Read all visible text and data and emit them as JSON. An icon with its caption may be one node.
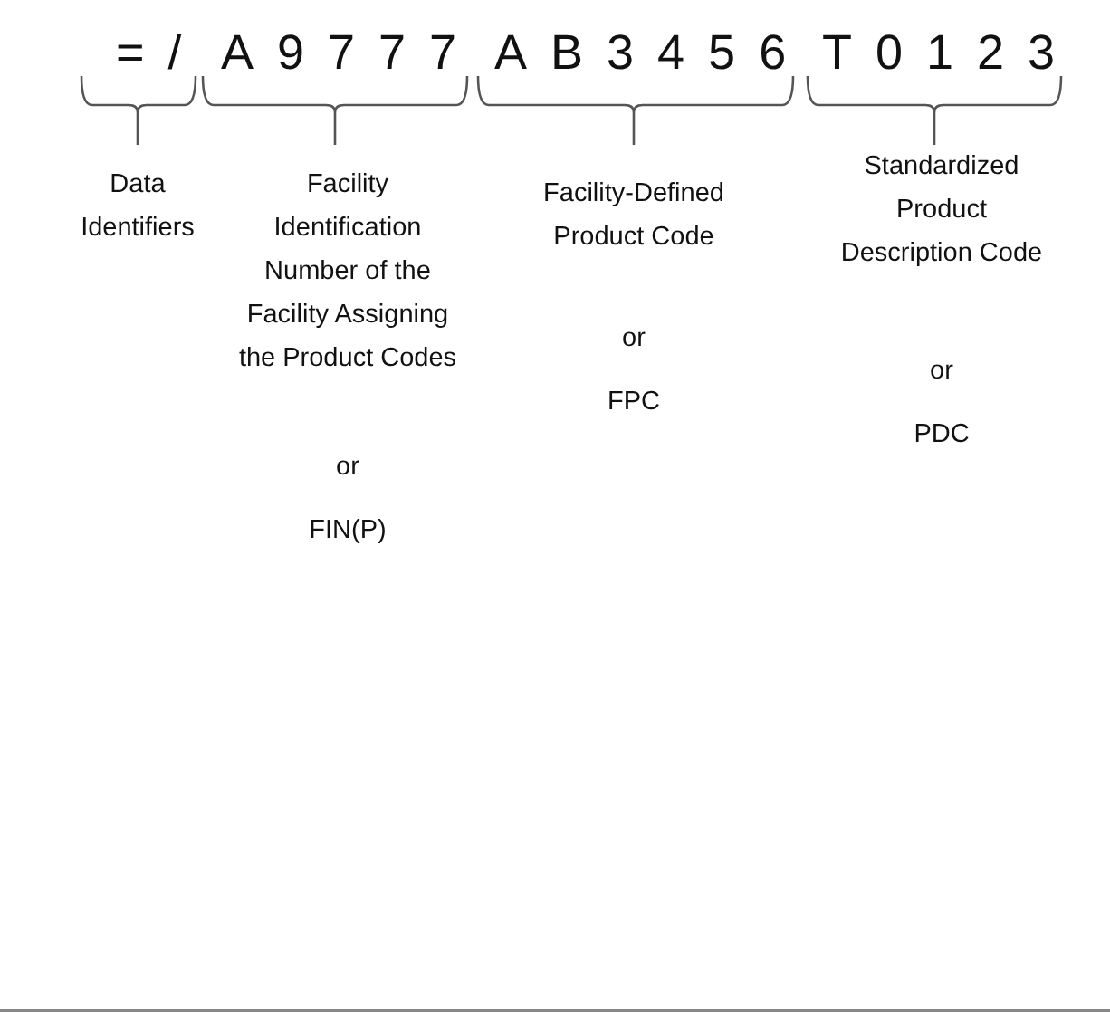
{
  "diagram": {
    "labels": [
      "=/",
      "A9777",
      "AB3456",
      "T0123",
      "Data Identifiers",
      "Facility Identification Number of the Facility Assigning the Product Codes",
      "or",
      "FIN(P)",
      "Facility-Defined Product Code",
      "or",
      "FPC",
      "Standardized Product Description Code",
      "or",
      "PDC"
    ]
  }
}
